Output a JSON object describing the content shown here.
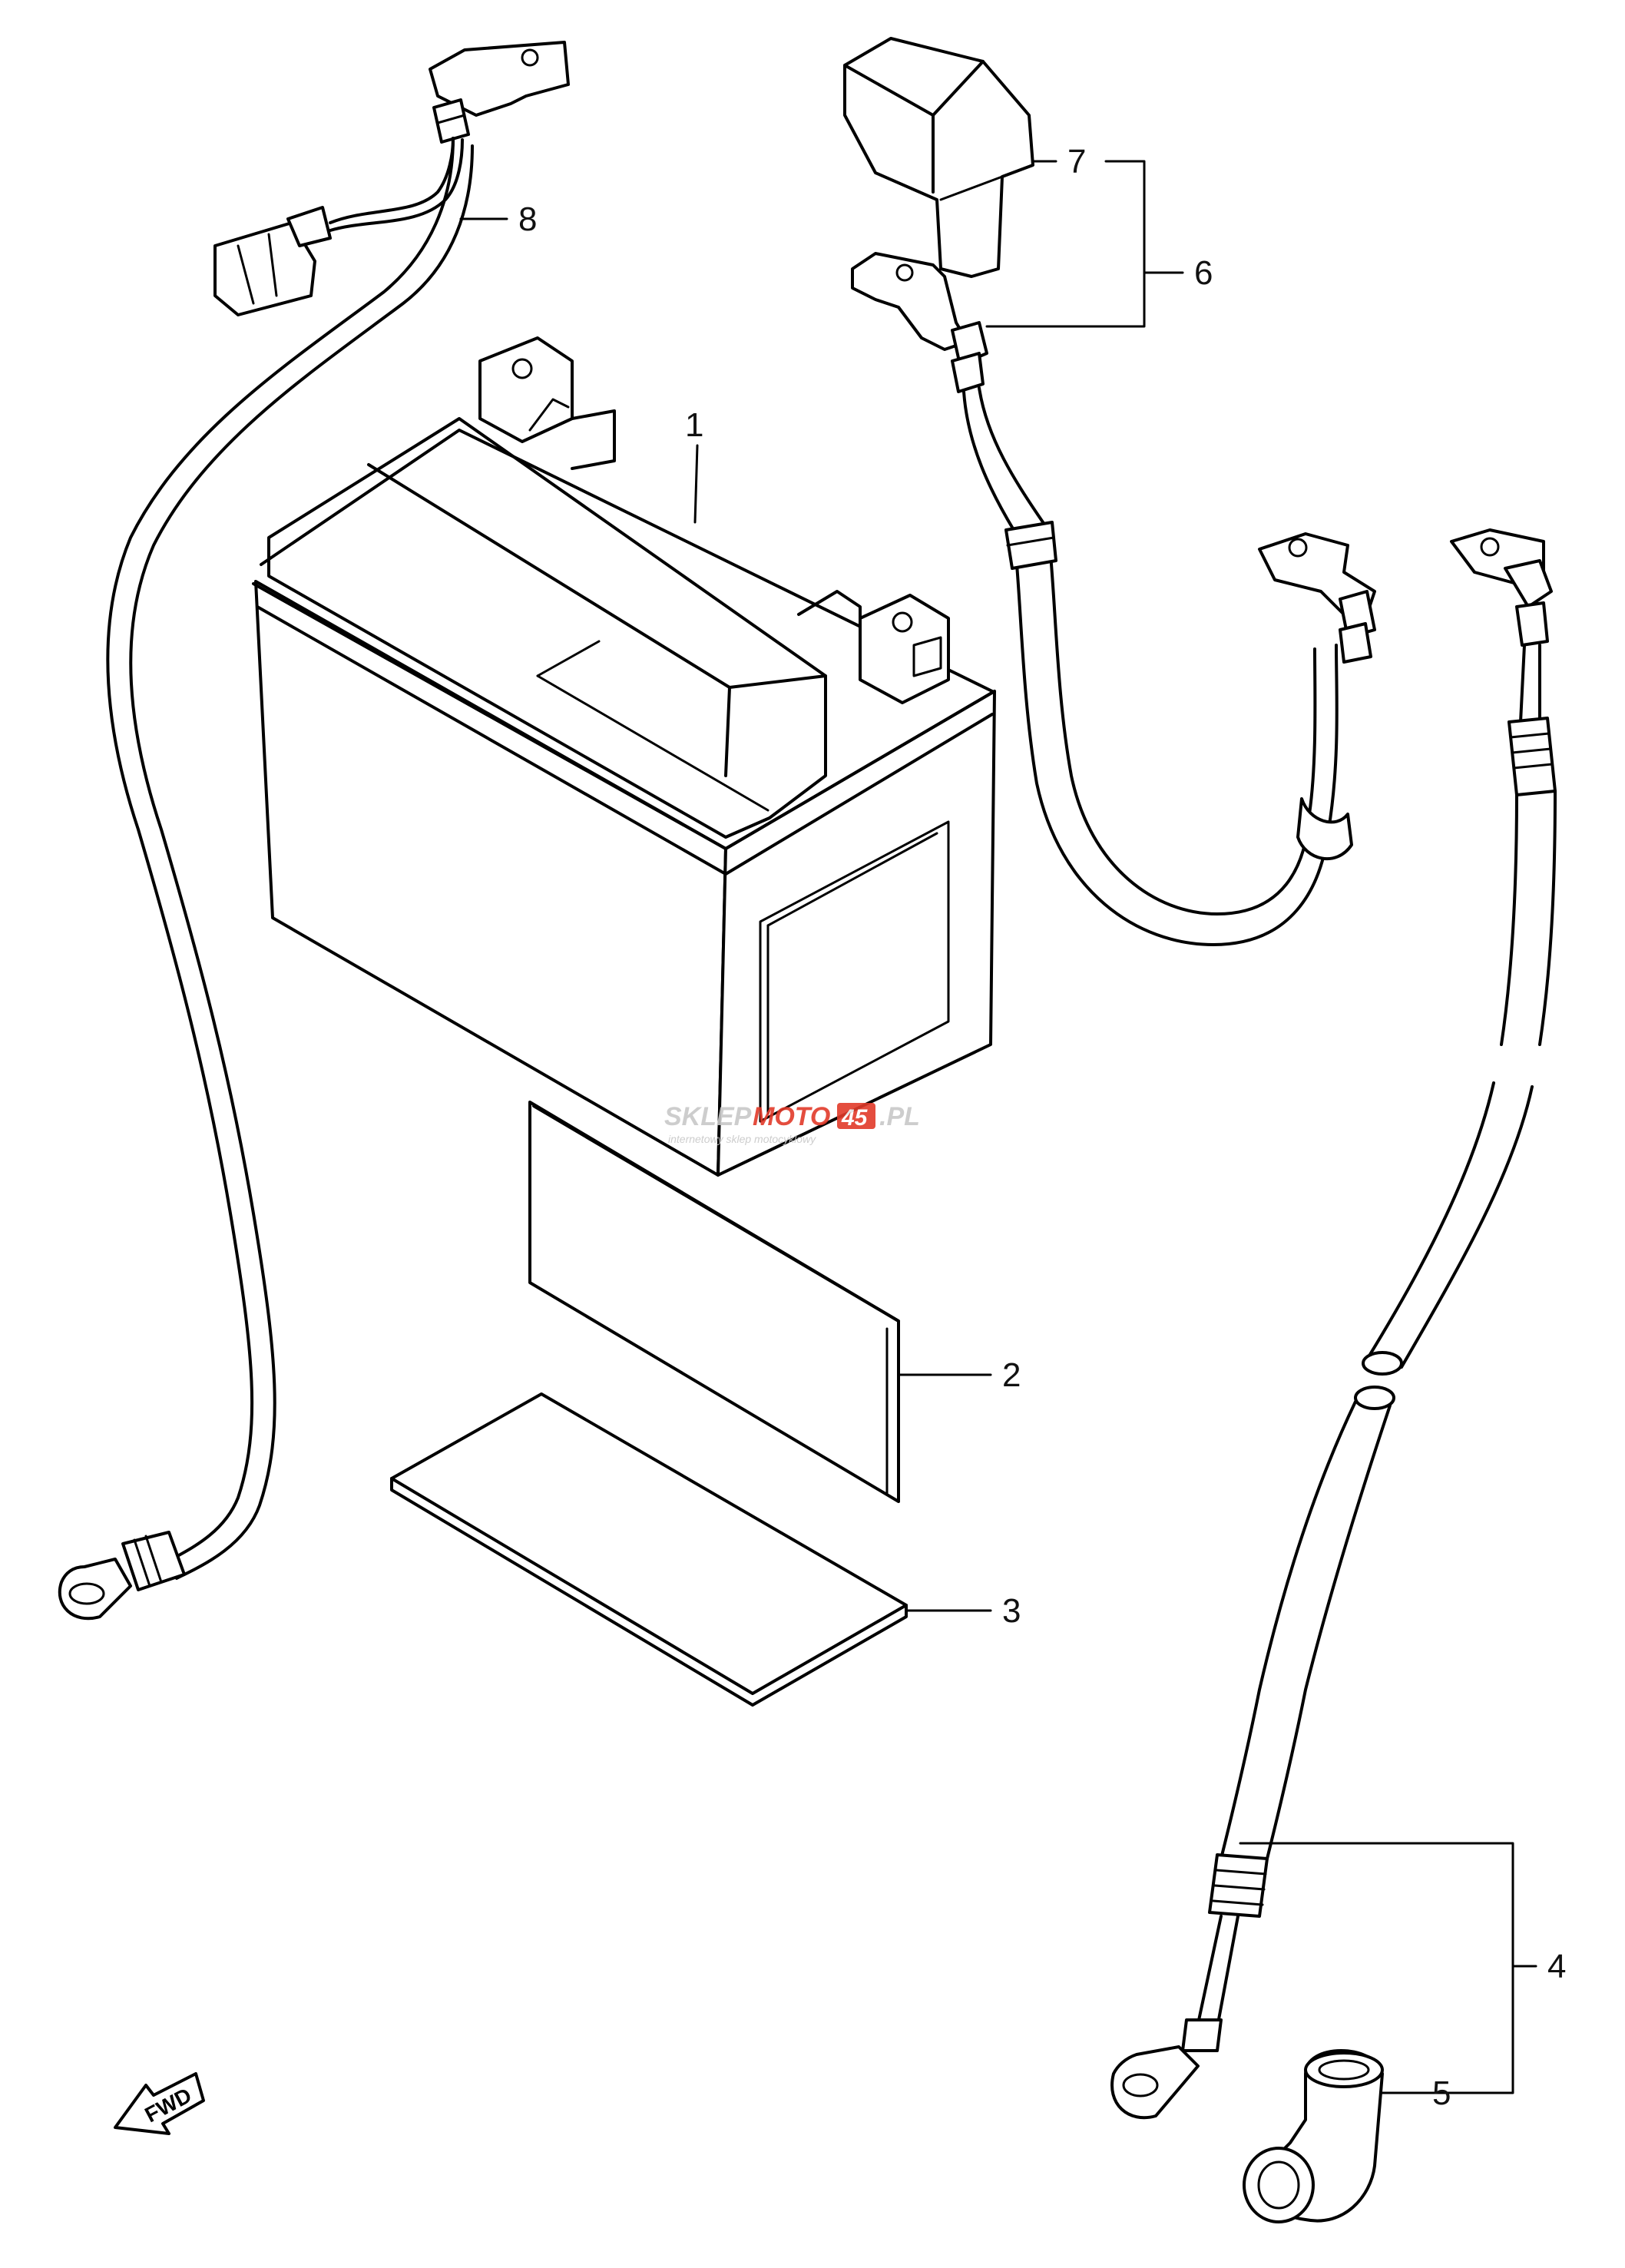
{
  "callouts": {
    "c1": "1",
    "c2": "2",
    "c3": "3",
    "c4": "4",
    "c5": "5",
    "c6": "6",
    "c7": "7",
    "c8": "8"
  },
  "fwd_badge": "FWD",
  "watermark": {
    "main_gray": "SKLEP",
    "main_red": "MOTO",
    "main_box": "45",
    "suffix": ".PL",
    "tagline": "internetowy sklep motocyklowy"
  },
  "colors": {
    "line": "#000000",
    "background": "#ffffff",
    "watermark_gray": "#c8c8c8",
    "watermark_red": "#e23a2a"
  }
}
